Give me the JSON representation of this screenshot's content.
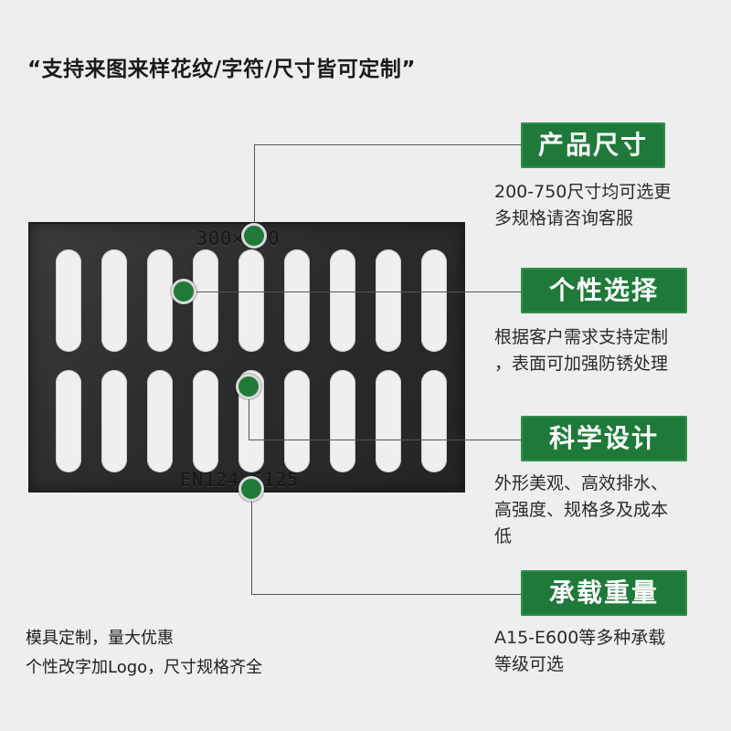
{
  "headline": "“支持来图来样花纹/字符/尺寸皆可定制”",
  "grate": {
    "top_mark": "300×500",
    "bottom_mark": "EN124 C125"
  },
  "features": [
    {
      "title": "产品尺寸",
      "desc_lines": [
        "200-750尺寸均可选更",
        "多规格请咨询客服"
      ]
    },
    {
      "title": "个性选择",
      "desc_lines": [
        "根据客户需求支持定制",
        "，表面可加强防锈处理"
      ]
    },
    {
      "title": "科学设计",
      "desc_lines": [
        "外形美观、高效排水、",
        "高强度、规格多及成本",
        "低"
      ]
    },
    {
      "title": "承载重量",
      "desc_lines": [
        "A15-E600等多种承载",
        "等级可选"
      ]
    }
  ],
  "footer": {
    "line1": "模具定制，量大优惠",
    "line2": "个性改字加Logo，尺寸规格齐全"
  },
  "colors": {
    "accent_green": "#1f7a3a",
    "background": "#eeeeee",
    "grate": "#2e3031"
  },
  "icons": [
    "marker-dot"
  ]
}
